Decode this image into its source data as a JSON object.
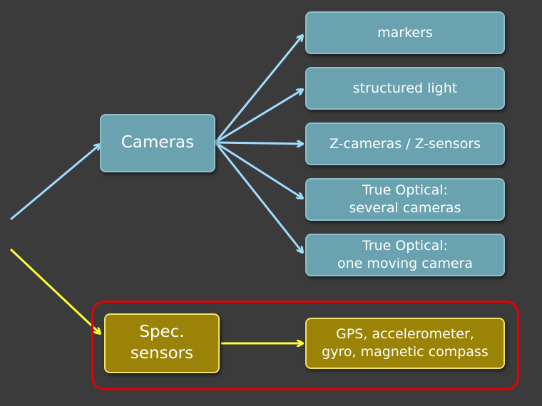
{
  "colors": {
    "background": "#3b3b3b",
    "teal_box": "#6aa2b0",
    "olive_box": "#9b8307",
    "blue_arrow": "#9fdcff",
    "yellow_arrow": "#ffff33",
    "highlight_border": "#e60000"
  },
  "nodes": {
    "cameras": "Cameras",
    "markers": "markers",
    "structured_light": "structured light",
    "z_cameras": "Z-cameras / Z-sensors",
    "true_optical_several": "True Optical:\nseveral cameras",
    "true_optical_moving": "True Optical:\none moving camera",
    "spec_sensors": "Spec.\nsensors",
    "gps_sensors": "GPS, accelerometer,\ngyro, magnetic compass"
  }
}
